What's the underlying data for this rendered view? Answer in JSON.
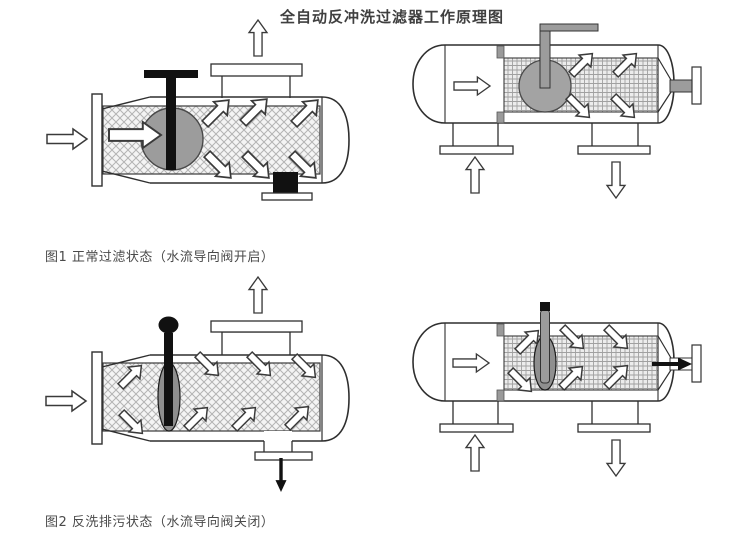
{
  "title": "全自动反冲洗过滤器工作原理图",
  "figures": [
    {
      "caption": "图1 正常过滤状态（水流导向阀开启）"
    },
    {
      "caption": "图2 反洗排污状态（水流导向阀关闭）"
    }
  ],
  "colors": {
    "background": "#ffffff",
    "outline": "#2f2f2f",
    "valve_gray": "#9c9c9c",
    "valve_black": "#111111",
    "mesh_crosshatch_line": "#b3b3b3",
    "mesh_grid_line": "#a0a0a0"
  }
}
